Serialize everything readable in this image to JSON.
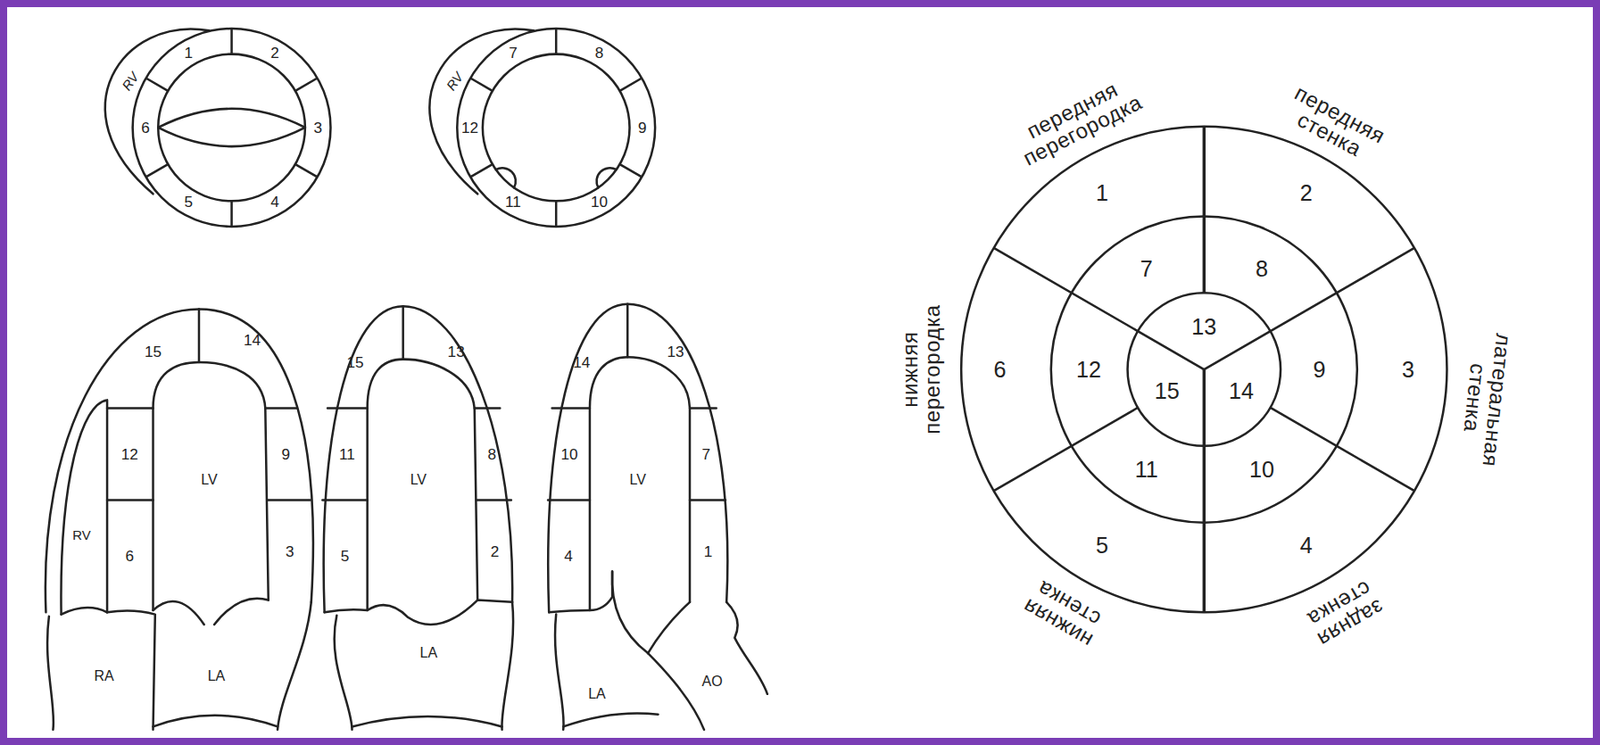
{
  "diagram": {
    "labels": [
      "RV",
      "1",
      "2",
      "3",
      "4",
      "5",
      "6",
      "RV",
      "7",
      "8",
      "9",
      "10",
      "11",
      "12",
      "15",
      "14",
      "RV",
      "12",
      "LV",
      "9",
      "6",
      "3",
      "RA",
      "LA",
      "15",
      "13",
      "11",
      "LV",
      "8",
      "5",
      "2",
      "LA",
      "14",
      "13",
      "10",
      "LV",
      "7",
      "4",
      "1",
      "LA",
      "AO",
      "передняя перегородка",
      "передняя стенка",
      "1",
      "2",
      "7",
      "8",
      "13",
      "латеральная стенка",
      "нижняя перегородка",
      "6",
      "12",
      "15",
      "14",
      "9",
      "3",
      "11",
      "10",
      "5",
      "4",
      "нижняя стенка",
      "задняя стенка"
    ]
  }
}
